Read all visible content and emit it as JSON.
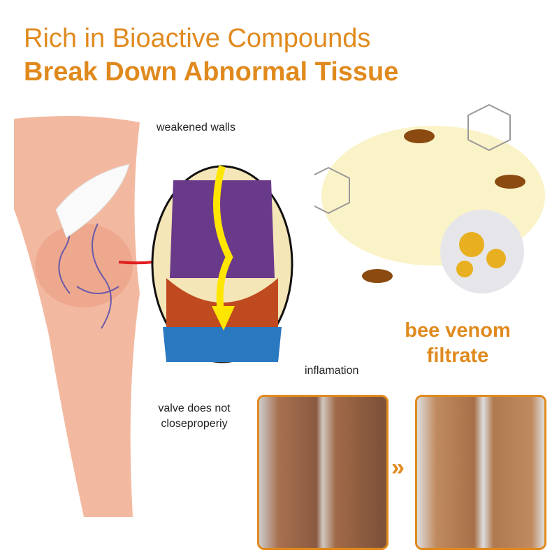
{
  "headline": {
    "line1": "Rich in Bioactive Compounds",
    "line2": "Break Down Abnormal Tissue"
  },
  "labels": {
    "weakened_walls": "weakened walls",
    "inflamation": "inflamation",
    "valve": "valve does not closeproperiy"
  },
  "ingredient": {
    "line1": "bee venom",
    "line2": "filtrate"
  },
  "compare_arrow": "»",
  "colors": {
    "accent": "#e08a1e"
  }
}
